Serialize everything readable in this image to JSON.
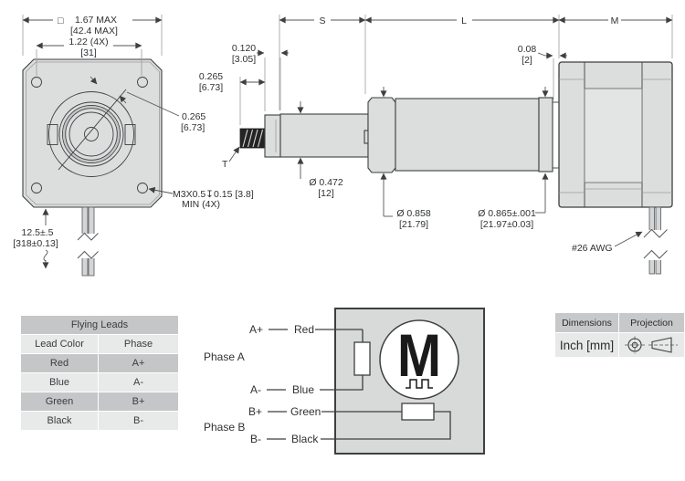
{
  "drawing": {
    "front": {
      "square_prefix": "□",
      "width_in": "1.67 MAX",
      "width_mm": "[42.4 MAX]",
      "holes_in": "1.22 (4X)",
      "holes_mm": "[31]",
      "boss_in": "0.265",
      "boss_mm": "[6.73]",
      "tap_note1": "M3X0.5↧0.15 [3.8]",
      "tap_note2": "MIN (4X)",
      "lead_len_in": "12.5±.5",
      "lead_len_mm": "[318±0.13]"
    },
    "side": {
      "s": "S",
      "l": "L",
      "m": "M",
      "t": "T",
      "step_in": "0.120",
      "step_mm": "[3.05]",
      "thread_in": "0.265",
      "thread_mm": "[6.73]",
      "gap_in": "0.08",
      "gap_mm": "[2]",
      "rod_dia_in": "Ø 0.472",
      "rod_dia_mm": "[12]",
      "body_dia_in": "Ø 0.858",
      "body_dia_mm": "[21.79]",
      "pilot_dia_in": "Ø 0.865±.001",
      "pilot_dia_mm": "[21.97±0.03]",
      "wire_gauge": "#26 AWG"
    }
  },
  "leads_table": {
    "title": "Flying Leads",
    "col_color": "Lead Color",
    "col_phase": "Phase",
    "rows": [
      {
        "color": "Red",
        "phase": "A+"
      },
      {
        "color": "Blue",
        "phase": "A-"
      },
      {
        "color": "Green",
        "phase": "B+"
      },
      {
        "color": "Black",
        "phase": "B-"
      }
    ]
  },
  "wiring": {
    "phase_a": "Phase A",
    "phase_b": "Phase B",
    "a_plus": "A+",
    "a_minus": "A-",
    "b_plus": "B+",
    "b_minus": "B-",
    "lead_red": "Red",
    "lead_blue": "Blue",
    "lead_green": "Green",
    "lead_black": "Black",
    "motor_letter": "M"
  },
  "legend": {
    "dimensions": "Dimensions",
    "projection": "Projection",
    "units": "Inch [mm]"
  },
  "colors": {
    "outline": "#3d3f41",
    "dim_line": "#53555a",
    "body_fill": "#dcdddd",
    "panel_fill": "#e3e4e4",
    "box_fill": "#d8d9d9",
    "table_dark": "#c5c6c7",
    "table_light": "#e8e9e9",
    "thread_dark": "#242424"
  }
}
